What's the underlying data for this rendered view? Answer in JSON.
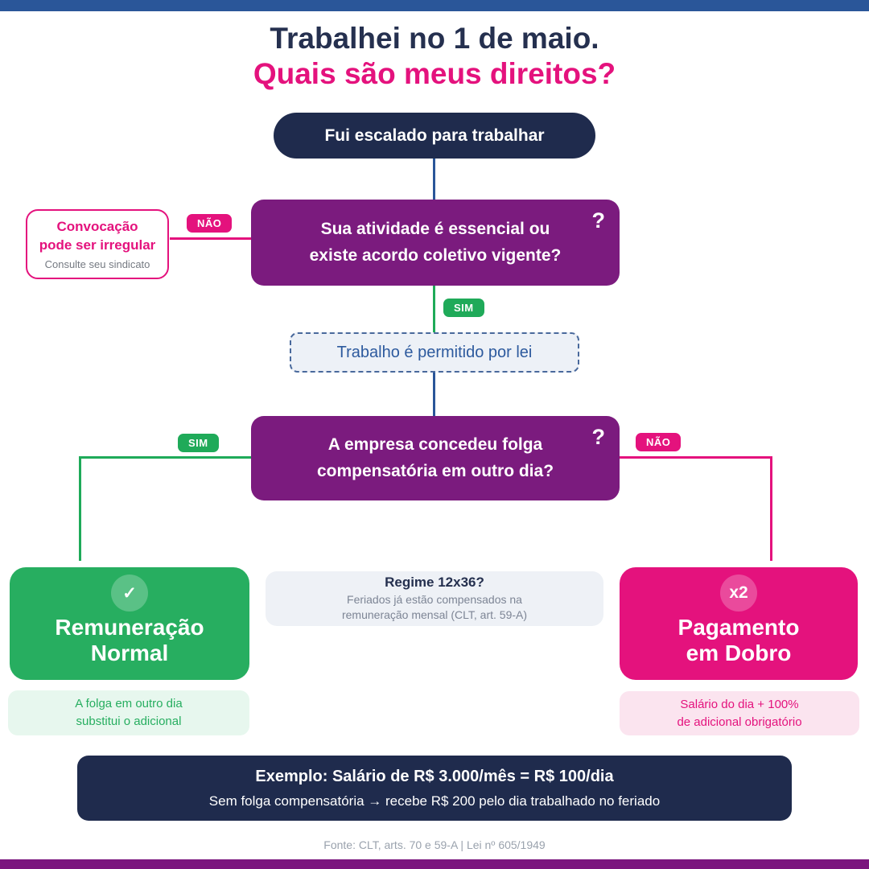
{
  "page": {
    "title_line1": "Trabalhei no 1 de maio.",
    "title_line2": "Quais são meus direitos?",
    "footer": "Fonte: CLT, arts. 70 e 59-A | Lei nº 605/1949"
  },
  "labels": {
    "sim": "SIM",
    "nao": "NÃO",
    "question_icon": "?"
  },
  "flow": {
    "start": "Fui escalado para trabalhar",
    "question1": {
      "line1": "Sua atividade é essencial ou",
      "line2": "existe acordo coletivo vigente?"
    },
    "irregular": {
      "title_line1": "Convocação",
      "title_line2": "pode ser irregular",
      "subtitle": "Consulte seu sindicato"
    },
    "permitted": "Trabalho é permitido por lei",
    "question2": {
      "line1": "A empresa concedeu folga",
      "line2": "compensatória em outro dia?"
    },
    "result_normal": {
      "icon": "✓",
      "title_line1": "Remuneração",
      "title_line2": "Normal",
      "note_line1": "A folga em outro dia",
      "note_line2": "substitui o adicional"
    },
    "regime": {
      "title": "Regime 12x36?",
      "line1": "Feriados já estão compensados na",
      "line2": "remuneração mensal (CLT, art. 59-A)"
    },
    "result_double": {
      "icon": "x2",
      "title_line1": "Pagamento",
      "title_line2": "em Dobro",
      "note_line1": "Salário do dia + 100%",
      "note_line2": "de adicional obrigatório"
    },
    "example": {
      "line1": "Exemplo: Salário de R$ 3.000/mês = R$ 100/dia",
      "line2": "Sem folga compensatória → recebe R$ 200 pelo dia trabalhado no feriado"
    }
  },
  "colors": {
    "navy": "#1f2b4d",
    "blue": "#2a5699",
    "purple": "#7b1b7e",
    "pink": "#e4127d",
    "green": "#27ae60",
    "green_badge": "#1faa59",
    "light_green": "#e7f7ee",
    "light_pink": "#fbe4ef",
    "light_gray": "#eef1f6",
    "footer_gray": "#9aa2ad"
  }
}
